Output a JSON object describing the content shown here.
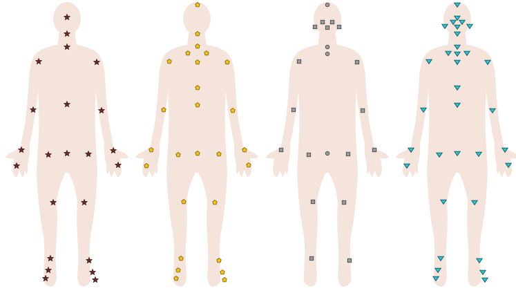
{
  "colors": {
    "body_fill": "#f4e4dc",
    "star_fill": "#6b2f2f",
    "star_stroke": "#3a1414",
    "pentagon_fill": "#f2c21a",
    "pentagon_stroke": "#8a6a00",
    "square_fill": "#9b9b9b",
    "square_stroke": "#4a4a4a",
    "circle_fill": "#9b9b9b",
    "circle_stroke": "#4a4a4a",
    "triangle_fill": "#2bc4cf",
    "triangle_stroke": "#0e5960"
  },
  "figures": [
    {
      "name": "figure-star-markers",
      "marker": "star"
    },
    {
      "name": "figure-pentagon-markers",
      "marker": "pentagon"
    },
    {
      "name": "figure-square-circle-markers",
      "marker": "square-circle"
    },
    {
      "name": "figure-triangle-markers",
      "marker": "triangle"
    }
  ]
}
